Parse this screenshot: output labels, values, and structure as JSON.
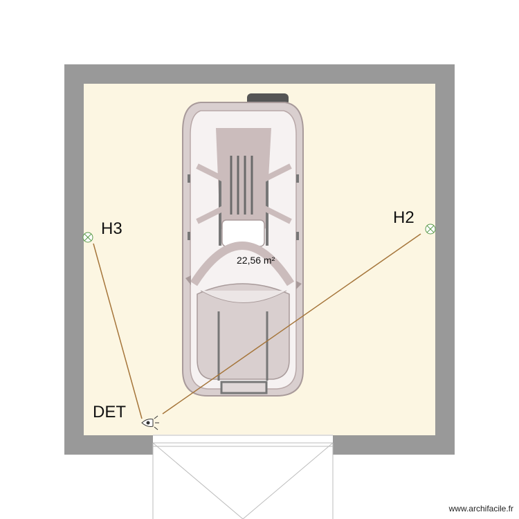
{
  "plan": {
    "room_area": "22,56 m²",
    "labels": {
      "h3": "H3",
      "h2": "H2",
      "det": "DET"
    },
    "colors": {
      "wall": "#999999",
      "floor": "#fcf6e2",
      "wire": "#a5753a",
      "outlet": "#5a9a4a"
    },
    "icons": {
      "outlet": "outlet-icon",
      "detector": "detector-icon",
      "car": "car-icon",
      "door": "garage-door-icon"
    }
  },
  "watermark": {
    "logo": "www.archifacile.fr"
  }
}
